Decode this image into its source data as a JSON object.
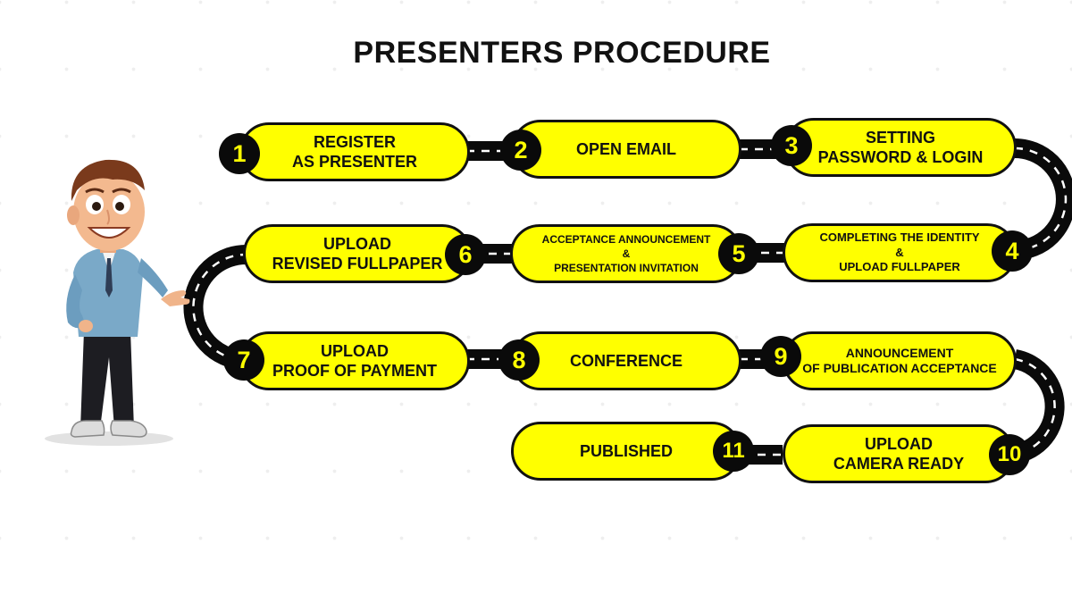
{
  "title": "PRESENTERS PROCEDURE",
  "steps": [
    {
      "number": "1",
      "lines": [
        "REGISTER",
        "AS PRESENTER"
      ]
    },
    {
      "number": "2",
      "lines": [
        "OPEN EMAIL"
      ]
    },
    {
      "number": "3",
      "lines": [
        "SETTING",
        "PASSWORD & LOGIN"
      ]
    },
    {
      "number": "4",
      "lines": [
        "COMPLETING THE IDENTITY",
        "&",
        "UPLOAD FULLPAPER"
      ]
    },
    {
      "number": "5",
      "lines": [
        "ACCEPTANCE ANNOUNCEMENT",
        "&",
        "PRESENTATION INVITATION"
      ]
    },
    {
      "number": "6",
      "lines": [
        "UPLOAD",
        "REVISED FULLPAPER"
      ]
    },
    {
      "number": "7",
      "lines": [
        "UPLOAD",
        "PROOF OF PAYMENT"
      ]
    },
    {
      "number": "8",
      "lines": [
        "CONFERENCE"
      ]
    },
    {
      "number": "9",
      "lines": [
        "ANNOUNCEMENT",
        "OF PUBLICATION ACCEPTANCE"
      ]
    },
    {
      "number": "10",
      "lines": [
        "UPLOAD",
        "CAMERA READY"
      ]
    },
    {
      "number": "11",
      "lines": [
        "PUBLISHED"
      ]
    }
  ],
  "colors": {
    "pill": "#ffff00",
    "outline": "#111111",
    "badge": "#0a0a0a",
    "badge_text": "#ffff00",
    "road": "#0a0a0a"
  },
  "illustration": "presenter-character"
}
